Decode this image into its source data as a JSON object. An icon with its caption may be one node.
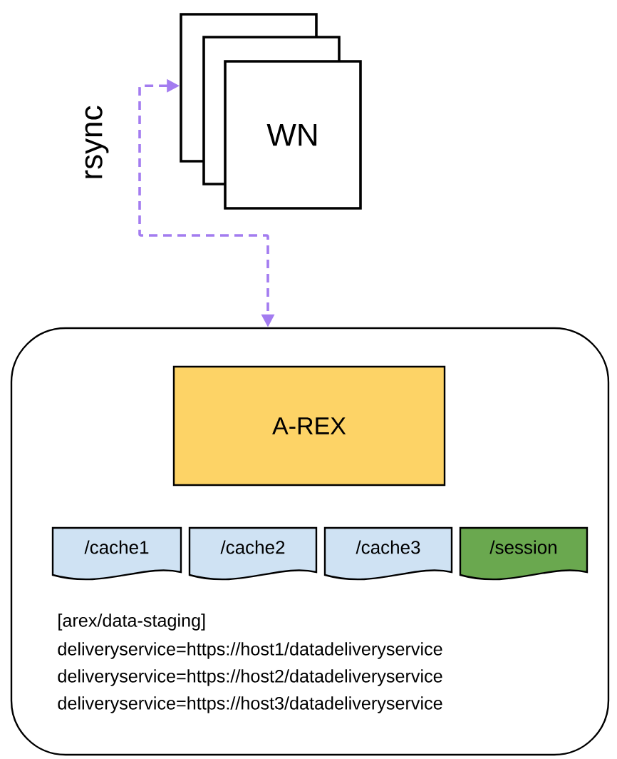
{
  "diagram": {
    "nodes": [
      {
        "text": [
          "WN"
        ]
      },
      {
        "text": [],
        "shape": "box"
      },
      {
        "text": [
          "A-REX"
        ],
        "in": 1
      },
      {
        "text": [
          "/cache1"
        ],
        "in": 1
      },
      {
        "text": [
          "/cache2"
        ],
        "in": 1
      },
      {
        "text": [
          "/cache3"
        ],
        "in": 1
      },
      {
        "text": [
          "/session"
        ],
        "in": 1
      }
    ],
    "edges": [
      {
        "from": 0,
        "to": 1,
        "arrow": "both",
        "label": "rsync",
        "style": "dashed"
      }
    ],
    "labels": [
      "[arex/data-staging]",
      "deliveryservice=https://host1/datadeliveryservice",
      "deliveryservice=https://host2/datadeliveryservice",
      "deliveryservice=https://host3/datadeliveryservice"
    ]
  }
}
